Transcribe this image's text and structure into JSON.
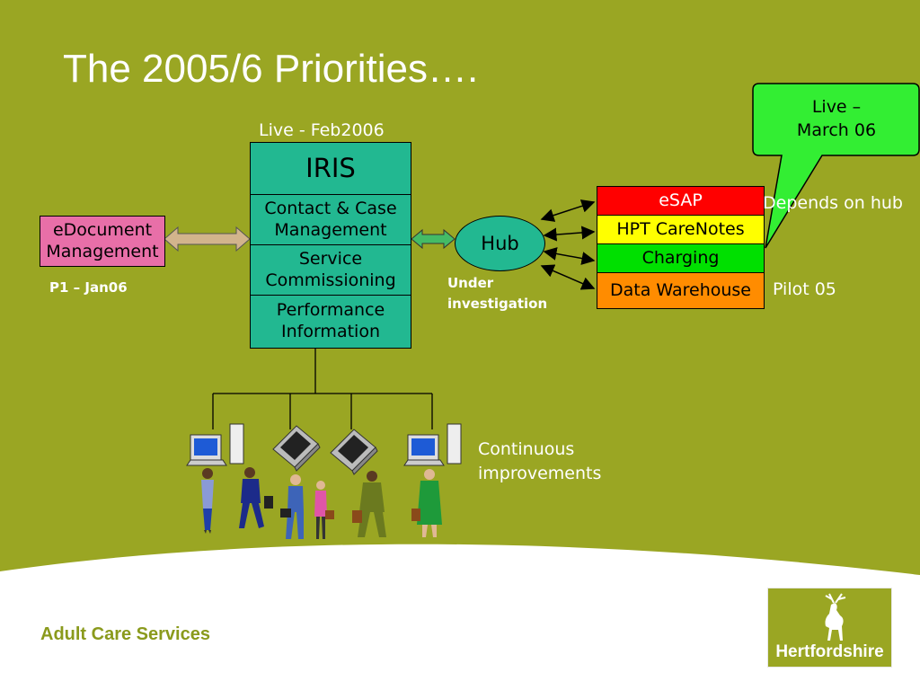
{
  "title": "The 2005/6 Priorities….",
  "iris": {
    "status": "Live - Feb2006",
    "name": "IRIS",
    "modules": [
      {
        "line1": "Contact & Case",
        "line2": "Management"
      },
      {
        "line1": "Service",
        "line2": "Commissioning"
      },
      {
        "line1": "Performance",
        "line2": "Information"
      }
    ]
  },
  "edoc": {
    "line1": "eDocument",
    "line2": "Management",
    "status": "P1 – Jan06"
  },
  "hub": {
    "label": "Hub",
    "status_line1": "Under",
    "status_line2": "investigation"
  },
  "services": [
    {
      "label": "eSAP",
      "color": "#ff0000"
    },
    {
      "label": "HPT CareNotes",
      "color": "#ffff00"
    },
    {
      "label": "Charging",
      "color": "#00e000"
    },
    {
      "label": "Data Warehouse",
      "color": "#ff8c00"
    }
  ],
  "callout": {
    "line1": "Live –",
    "line2": "March 06",
    "color": "#33ee33"
  },
  "depends_on_hub": "Depends on hub",
  "pilot": "Pilot 05",
  "improvements": {
    "line1": "Continuous",
    "line2": "improvements"
  },
  "footer": "Adult Care Services",
  "logo": {
    "text": "Hertfordshire"
  }
}
